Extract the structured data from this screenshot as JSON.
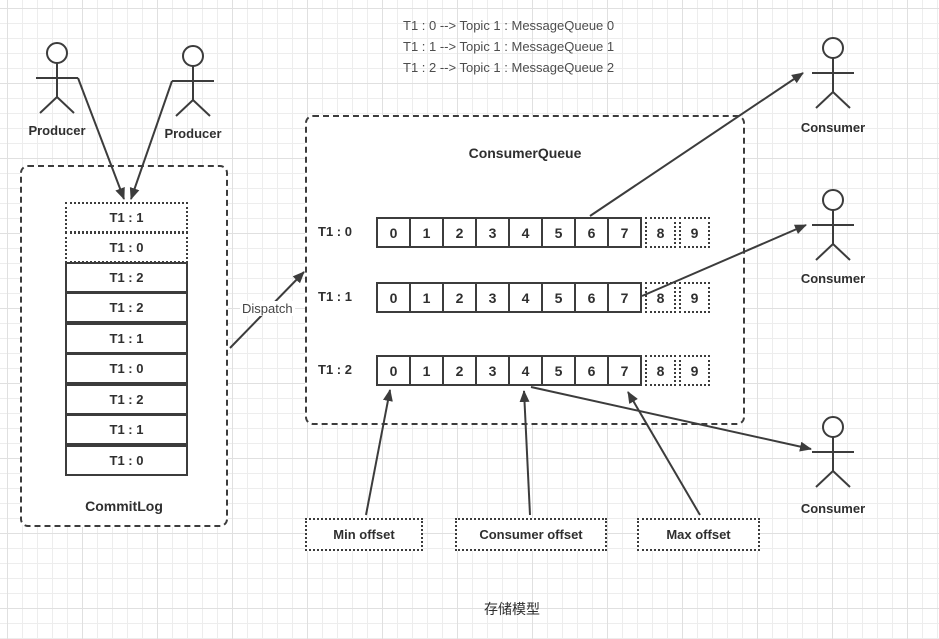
{
  "note": {
    "lines": [
      "T1 : 0 --> Topic 1 : MessageQueue 0",
      "T1 : 1 --> Topic 1 : MessageQueue 1",
      "T1 : 2 --> Topic 1 : MessageQueue 2"
    ]
  },
  "producers": [
    {
      "label": "Producer"
    },
    {
      "label": "Producer"
    }
  ],
  "consumers": [
    {
      "label": "Consumer"
    },
    {
      "label": "Consumer"
    },
    {
      "label": "Consumer"
    }
  ],
  "commit_log": {
    "title": "CommitLog",
    "entries": [
      {
        "label": "T1 : 1",
        "style": "dotted"
      },
      {
        "label": "T1 : 0",
        "style": "dotted"
      },
      {
        "label": "T1 : 2",
        "style": "solid"
      },
      {
        "label": "T1 : 2",
        "style": "solid"
      },
      {
        "label": "T1 : 1",
        "style": "solid"
      },
      {
        "label": "T1 : 0",
        "style": "solid"
      },
      {
        "label": "T1 : 2",
        "style": "solid"
      },
      {
        "label": "T1 : 1",
        "style": "solid"
      },
      {
        "label": "T1 : 0",
        "style": "solid"
      }
    ]
  },
  "consumer_queue": {
    "title": "ConsumerQueue",
    "rows": [
      {
        "label": "T1 : 0",
        "cells": [
          "0",
          "1",
          "2",
          "3",
          "4",
          "5",
          "6",
          "7",
          "8",
          "9"
        ]
      },
      {
        "label": "T1 : 1",
        "cells": [
          "0",
          "1",
          "2",
          "3",
          "4",
          "5",
          "6",
          "7",
          "8",
          "9"
        ]
      },
      {
        "label": "T1 : 2",
        "cells": [
          "0",
          "1",
          "2",
          "3",
          "4",
          "5",
          "6",
          "7",
          "8",
          "9"
        ]
      }
    ],
    "solid_cell_count": 8,
    "dotted_cell_count": 2
  },
  "dispatch": {
    "label": "Dispatch"
  },
  "offsets": {
    "min": "Min offset",
    "consumer": "Consumer offset",
    "max": "Max offset"
  },
  "caption": "存储模型",
  "colors": {
    "stroke": "#3c3c3c",
    "text": "#2f2f2f",
    "note_text": "#4d4d4d",
    "grid_minor": "#ededed",
    "grid_major": "#e0e0e0",
    "background": "#ffffff"
  }
}
